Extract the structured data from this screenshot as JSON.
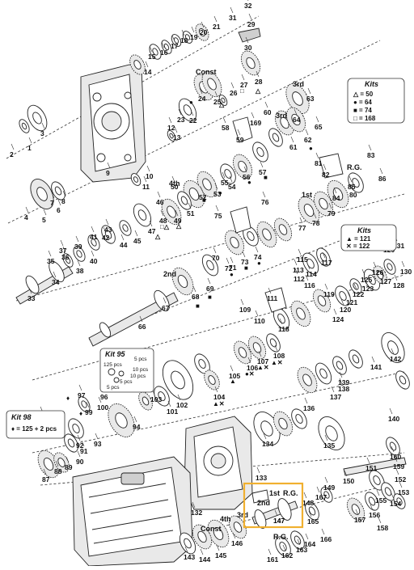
{
  "highlight_color": "#f0b030",
  "part_numbers": [
    "1",
    "2",
    "3",
    "4",
    "5",
    "6",
    "7",
    "8",
    "9",
    "10",
    "11",
    "12",
    "13",
    "14",
    "15",
    "16",
    "17",
    "18",
    "19",
    "20",
    "21",
    "22",
    "23",
    "24",
    "25",
    "26",
    "27",
    "28",
    "29",
    "30",
    "31",
    "32",
    "33",
    "34",
    "35",
    "36",
    "37",
    "38",
    "39",
    "40",
    "41",
    "42",
    "43",
    "44",
    "45",
    "46",
    "47",
    "48",
    "49",
    "50",
    "51",
    "52",
    "53",
    "54",
    "55",
    "56",
    "57",
    "58",
    "59",
    "60",
    "61",
    "62",
    "63",
    "64",
    "65",
    "66",
    "67",
    "68",
    "69",
    "70",
    "71",
    "72",
    "73",
    "74",
    "75",
    "76",
    "77",
    "78",
    "79",
    "80",
    "81",
    "82",
    "83",
    "84",
    "85",
    "86",
    "87",
    "88",
    "89",
    "90",
    "91",
    "92",
    "93",
    "94",
    "95",
    "96",
    "97",
    "98",
    "99",
    "100",
    "101",
    "102",
    "103",
    "104",
    "105",
    "106",
    "107",
    "108",
    "109",
    "110",
    "111",
    "112",
    "113",
    "114",
    "115",
    "116",
    "117",
    "118",
    "119",
    "120",
    "121",
    "122",
    "123",
    "124",
    "125",
    "126",
    "127",
    "128",
    "129",
    "130",
    "131",
    "132",
    "133",
    "134",
    "135",
    "136",
    "137",
    "138",
    "139",
    "140",
    "141",
    "142",
    "143",
    "144",
    "145",
    "146",
    "147",
    "148",
    "149",
    "150",
    "151",
    "152",
    "153",
    "154",
    "155",
    "156",
    "157",
    "158",
    "159",
    "160",
    "161",
    "162",
    "163",
    "164",
    "165",
    "166",
    "167",
    "169"
  ],
  "gear_labels": {
    "const_top": "Const",
    "third_top": "3rd",
    "third_mid": "3rd",
    "fourth": "4th",
    "rg_top": "R.G.",
    "first": "1st",
    "second": "2nd",
    "const_bottom": "Const",
    "fourth_bottom": "4th",
    "third_bottom": "3rd",
    "rg_bottom": "R.G.",
    "first_box": "1st",
    "second_box": "2nd",
    "rg_box": "R.G.",
    "box_part": "147"
  },
  "kit_sets": {
    "kit_a": {
      "title": "Kits",
      "lines": [
        "△ = 50",
        "● = 64",
        "■ = 74",
        "□ = 168"
      ]
    },
    "kit_b": {
      "title": "Kits",
      "lines": [
        "▲ = 121",
        "✕ = 122"
      ]
    },
    "kit_95": {
      "title": "Kit 95",
      "lines": [
        "5 pcs",
        "125 pcs",
        "10 pcs",
        "10 pcs",
        "5 pcs",
        "5 pcs"
      ]
    },
    "kit_98": {
      "title": "Kit 98",
      "line": "♦ = 125 + 2 pcs"
    }
  },
  "kit_markers": {
    "m27": "□",
    "m28": "△",
    "m24": "●",
    "m25": "△",
    "m52": "■",
    "m53": "●",
    "m47": "△",
    "m48": "□△",
    "m49": "△",
    "m56": "●",
    "m57": "■",
    "m62": "●",
    "m68": "■",
    "m69": "■",
    "m72": "●",
    "m73": "■",
    "m74": "●",
    "m104": "▲✕",
    "m105": "▲",
    "m106": "●✕",
    "m107": "▲✕",
    "m108": "▲✕",
    "m97": "♦",
    "m99": "♦"
  }
}
